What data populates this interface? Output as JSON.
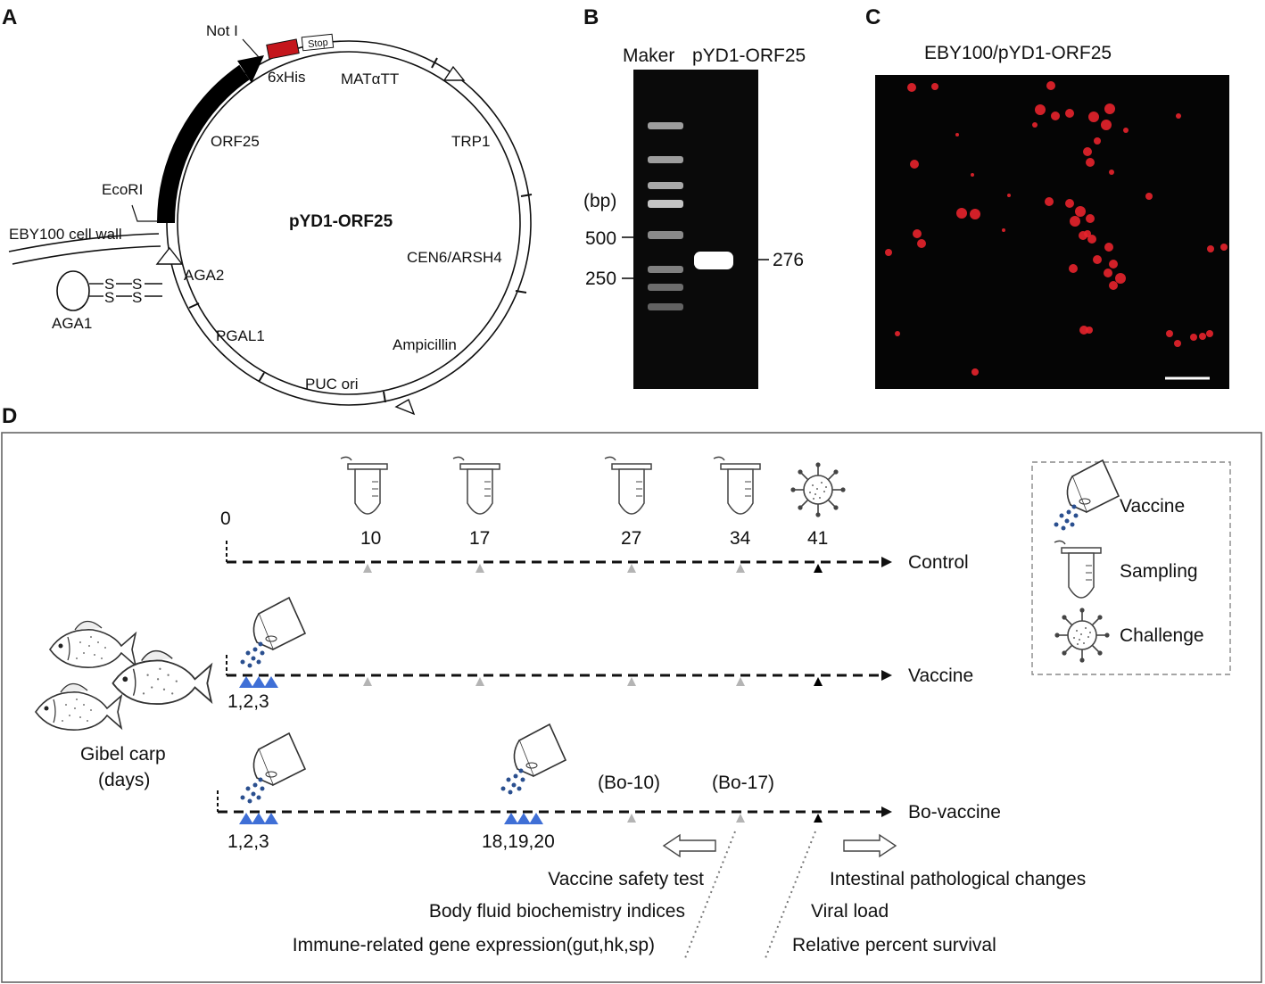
{
  "panels": {
    "a": "A",
    "b": "B",
    "c": "C",
    "d": "D"
  },
  "plasmid": {
    "name": "pYD1-ORF25",
    "not1": "Not I",
    "his": "6xHis",
    "stop": "Stop",
    "mat": "MATαTT",
    "trp1": "TRP1",
    "cen": "CEN6/ARSH4",
    "amp": "Ampicillin",
    "puc": "PUC ori",
    "pgal": "PGAL1",
    "aga2": "AGA2",
    "orf25": "ORF25",
    "ecori": "EcoRI",
    "cellwall": "EBY100 cell wall",
    "aga1": "AGA1",
    "s": "S"
  },
  "gel": {
    "lane1": "Maker",
    "lane2": "pYD1-ORF25",
    "unit": "(bp)",
    "m500": "500",
    "m250": "250",
    "band": "276"
  },
  "micro": {
    "title": "EBY100/pYD1-ORF25"
  },
  "timeline": {
    "control": "Control",
    "vaccine": "Vaccine",
    "bovaccine": "Bo-vaccine",
    "d0": "0",
    "d10": "10",
    "d17": "17",
    "d27": "27",
    "d34": "34",
    "d41": "41",
    "days123a": "1,2,3",
    "days123b": "1,2,3",
    "days181920": "18,19,20",
    "bo10": "(Bo-10)",
    "bo17": "(Bo-17)",
    "fish1": "Gibel carp",
    "fish2": "(days)",
    "left1": "Vaccine safety test",
    "left2": "Body fluid biochemistry indices",
    "left3": "Immune-related gene expression(gut,hk,sp)",
    "right1": "Intestinal pathological changes",
    "right2": "Viral load",
    "right3": "Relative percent survival"
  },
  "legend": {
    "vaccine": "Vaccine",
    "sampling": "Sampling",
    "challenge": "Challenge"
  },
  "colors": {
    "his": "#c4161c",
    "vaccine_marker": "#3f6fd6",
    "sample_marker": "#b4b4b4",
    "challenge_marker": "#000000",
    "cell": "#e8242c"
  }
}
